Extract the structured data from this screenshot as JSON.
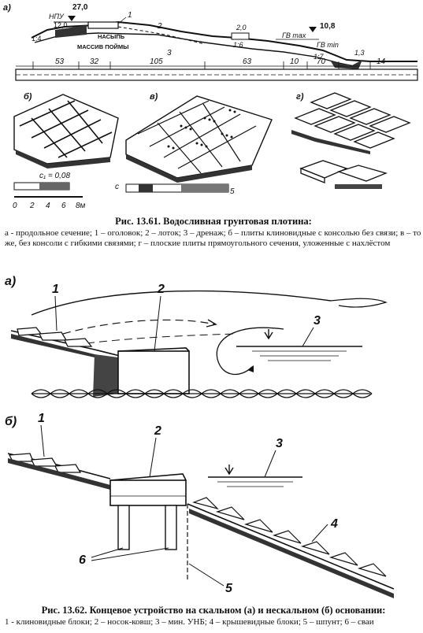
{
  "figure1": {
    "panel_labels": {
      "a": "а)",
      "b": "б)",
      "v": "в)",
      "g": "г)"
    },
    "elevations": {
      "npu": "НПУ",
      "npu_val": "27,0",
      "top_val": "12,0",
      "gv_max": "ГВ max",
      "gv_max_val": "10,8",
      "gv_min": "ГВ min",
      "val_20": "2,0",
      "val_13": "1,3"
    },
    "slopes": {
      "s1": "1:4",
      "s2": "1:6",
      "s3": "1:7"
    },
    "labels": {
      "nasyp": "НАСЫПЬ",
      "massiv": "МАССИВ ПОЙМЫ"
    },
    "numbers": {
      "n1": "1",
      "n2": "2",
      "n3": "3"
    },
    "distances": {
      "d53": "53",
      "d32": "32",
      "d105": "105",
      "d63": "63",
      "d10": "10",
      "d70": "70",
      "d14": "14"
    },
    "scale": {
      "c1": "c₁ = 0,08",
      "ticks": [
        "0",
        "2",
        "4",
        "6",
        "8м"
      ],
      "c_label": "c"
    },
    "caption_title": "Рис. 13.61. Водосливная грунтовая плотина:",
    "caption_body": "а - продольное сечение; 1 – оголовок; 2 – лоток; 3 – дренаж; б – плиты клиновидные с консолью без связи; в – то же, без консоли с гибкими связями; г – плоские плиты прямоугольного сечения, уложенные с нахлёстом"
  },
  "figure2": {
    "panel_labels": {
      "a": "а)",
      "b": "б)"
    },
    "numbers": {
      "n1": "1",
      "n2": "2",
      "n3": "3",
      "n4": "4",
      "n5": "5",
      "n6": "6"
    },
    "caption_title": "Рис. 13.62. Концевое устройство на скальном (а) и нескальном (б) основании:",
    "caption_body": "1 - клиновидные блоки; 2 – носок-ковш; 3 – мин. УНБ; 4 – крышевидные блоки; 5 – шпунт; 6 – сваи"
  }
}
